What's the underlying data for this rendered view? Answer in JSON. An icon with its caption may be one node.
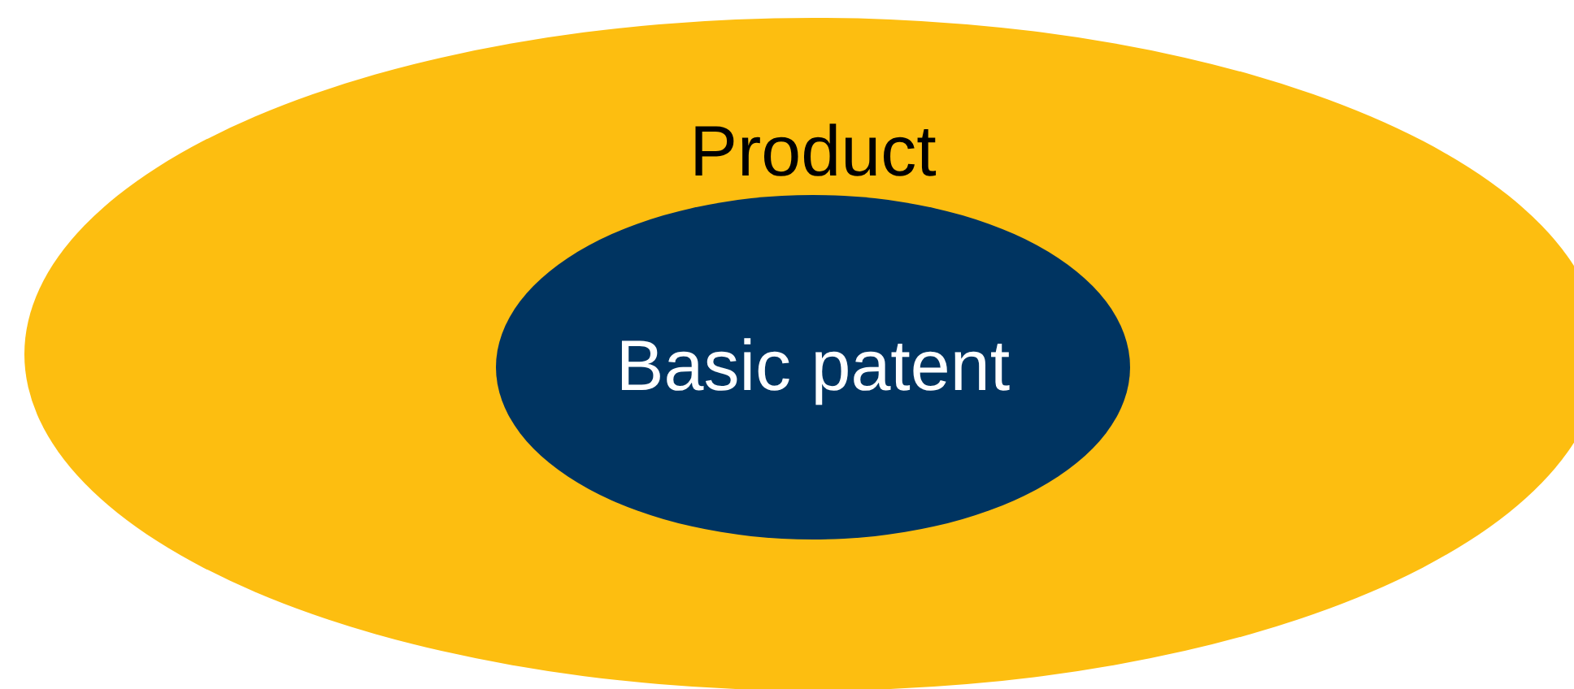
{
  "diagram": {
    "nodes": [
      {
        "text": [
          "Product"
        ]
      },
      {
        "text": [
          "Basic patent"
        ],
        "in": 0
      }
    ]
  }
}
